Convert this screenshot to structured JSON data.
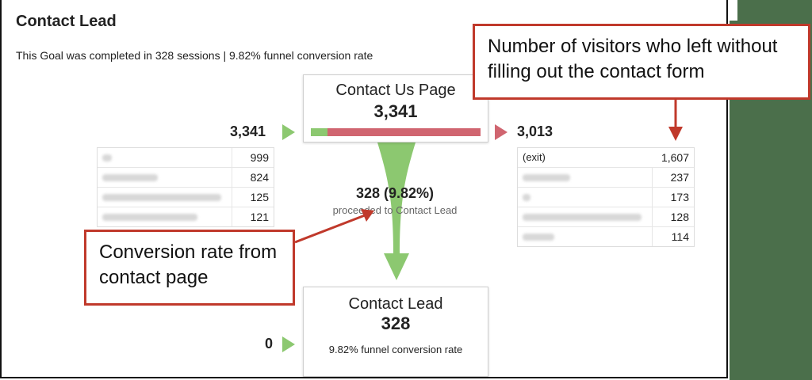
{
  "panel": {
    "title": "Contact Lead",
    "subtitle": "This Goal was completed in 328 sessions | 9.82% funnel conversion rate"
  },
  "step1": {
    "name": "Contact Us Page",
    "count": "3,341",
    "entrances": "3,341",
    "exits": "3,013",
    "proceeded_fraction": 0.0982
  },
  "middle": {
    "value": "328 (9.82%)",
    "label": "proceeded to Contact Lead"
  },
  "step2": {
    "name": "Contact Lead",
    "count": "328",
    "entrances": "0",
    "rate": "9.82% funnel conversion rate"
  },
  "sources": {
    "rows": [
      {
        "value": "999"
      },
      {
        "value": "824"
      },
      {
        "value": "125"
      },
      {
        "value": "121"
      }
    ]
  },
  "exits_table": {
    "rows": [
      {
        "label": "(exit)",
        "value": "1,607"
      },
      {
        "label": "",
        "value": "237"
      },
      {
        "label": "",
        "value": "173"
      },
      {
        "label": "",
        "value": "128"
      },
      {
        "label": "",
        "value": "114"
      }
    ]
  },
  "annotations": {
    "right": "Number of visitors who left without filling out the contact form",
    "left": "Conversion rate from contact page"
  },
  "colors": {
    "green": "#8cc870",
    "red": "#d06570",
    "annotation_border": "#c0392b"
  }
}
